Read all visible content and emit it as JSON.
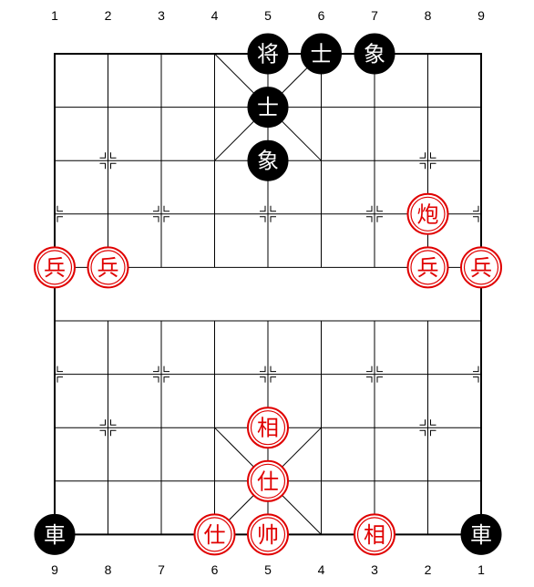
{
  "board": {
    "top_file_labels": [
      "1",
      "2",
      "3",
      "4",
      "5",
      "6",
      "7",
      "8",
      "9"
    ],
    "bottom_file_labels": [
      "9",
      "8",
      "7",
      "6",
      "5",
      "4",
      "3",
      "2",
      "1"
    ],
    "colors": {
      "red": "#e00000",
      "black": "#000000",
      "line": "#000000",
      "background": "#ffffff"
    }
  },
  "pieces": [
    {
      "char": "将",
      "side": "black",
      "col": 4,
      "row": 0
    },
    {
      "char": "士",
      "side": "black",
      "col": 5,
      "row": 0
    },
    {
      "char": "象",
      "side": "black",
      "col": 6,
      "row": 0
    },
    {
      "char": "士",
      "side": "black",
      "col": 4,
      "row": 1
    },
    {
      "char": "象",
      "side": "black",
      "col": 4,
      "row": 2
    },
    {
      "char": "炮",
      "side": "red",
      "col": 7,
      "row": 3
    },
    {
      "char": "兵",
      "side": "red",
      "col": 0,
      "row": 4
    },
    {
      "char": "兵",
      "side": "red",
      "col": 1,
      "row": 4
    },
    {
      "char": "兵",
      "side": "red",
      "col": 7,
      "row": 4
    },
    {
      "char": "兵",
      "side": "red",
      "col": 8,
      "row": 4
    },
    {
      "char": "相",
      "side": "red",
      "col": 4,
      "row": 7
    },
    {
      "char": "仕",
      "side": "red",
      "col": 4,
      "row": 8
    },
    {
      "char": "車",
      "side": "black",
      "col": 0,
      "row": 9
    },
    {
      "char": "仕",
      "side": "red",
      "col": 3,
      "row": 9
    },
    {
      "char": "帅",
      "side": "red",
      "col": 4,
      "row": 9
    },
    {
      "char": "相",
      "side": "red",
      "col": 6,
      "row": 9
    },
    {
      "char": "車",
      "side": "black",
      "col": 8,
      "row": 9
    }
  ]
}
